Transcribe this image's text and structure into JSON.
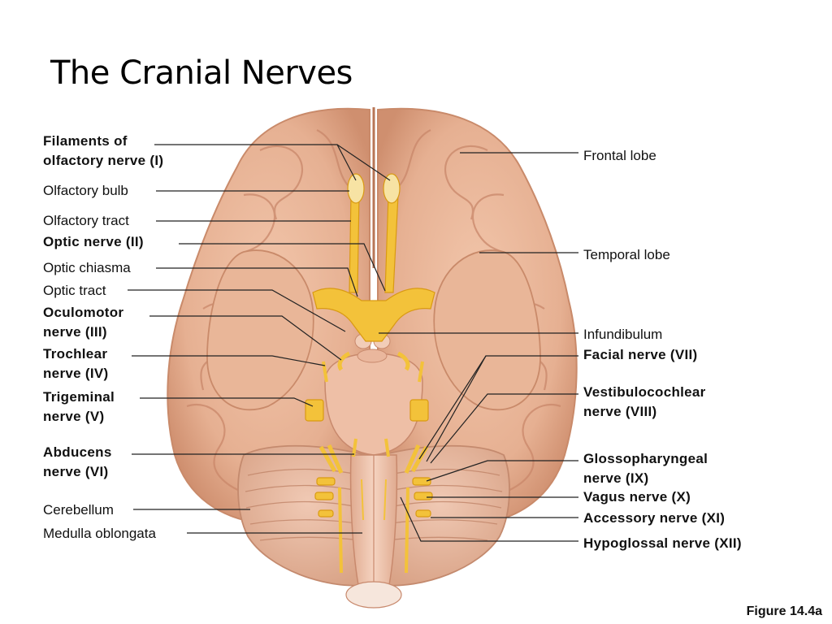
{
  "title": "The Cranial Nerves",
  "caption": "Figure 14.4a",
  "colors": {
    "brain": "#e8b497",
    "brain_shade": "#d49576",
    "nerve": "#f3c23a",
    "nerve_edge": "#d99a12",
    "leader": "#222222"
  },
  "left_labels": [
    {
      "line1": "Filaments of",
      "line2": "olfactory nerve (I)",
      "bold": true
    },
    {
      "line1": "Olfactory bulb",
      "bold": false
    },
    {
      "line1": "Olfactory tract",
      "bold": false
    },
    {
      "line1": "Optic nerve (II)",
      "bold": true
    },
    {
      "line1": "Optic chiasma",
      "bold": false
    },
    {
      "line1": "Optic tract",
      "bold": false
    },
    {
      "line1": "Oculomotor",
      "line2": "nerve (III)",
      "bold": true
    },
    {
      "line1": "Trochlear",
      "line2": "nerve (IV)",
      "bold": true
    },
    {
      "line1": "Trigeminal",
      "line2": "nerve (V)",
      "bold": true
    },
    {
      "line1": "Abducens",
      "line2": "nerve (VI)",
      "bold": true
    },
    {
      "line1": "Cerebellum",
      "bold": false
    },
    {
      "line1": "Medulla oblongata",
      "bold": false
    }
  ],
  "right_labels": [
    {
      "line1": "Frontal lobe",
      "bold": false
    },
    {
      "line1": "Temporal lobe",
      "bold": false
    },
    {
      "line1": "Infundibulum",
      "bold": false
    },
    {
      "line1": "Facial nerve (VII)",
      "bold": true
    },
    {
      "line1": "Vestibulocochlear",
      "line2": "nerve (VIII)",
      "bold": true
    },
    {
      "line1": "Glossopharyngeal",
      "line2": "nerve (IX)",
      "bold": true
    },
    {
      "line1": "Vagus nerve (X)",
      "bold": true
    },
    {
      "line1": "Accessory nerve (XI)",
      "bold": true
    },
    {
      "line1": "Hypoglossal nerve (XII)",
      "bold": true
    }
  ]
}
